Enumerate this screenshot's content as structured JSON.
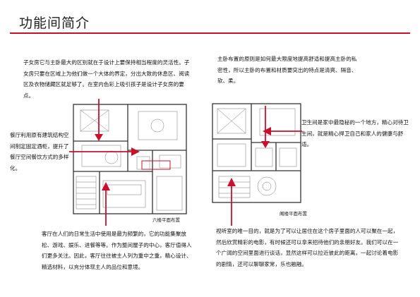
{
  "page_title": "功能间简介",
  "accent_color": "#c8102e",
  "paragraphs": {
    "kids_room": "子女房它与主卧最大的区别就在于设计上要保持相当程度的灵活性。子女房只要在区域上为他们做一个大体的界定，分出大致的休息区、阅读区及衣物储藏区就足够了。在室内色彩上吸引孩子是设计子女房的要点。",
    "master_bedroom": "主卧布置的原则是如何最大限度地提高舒适和提高主卧的私密性，所以主卧的布置和材质要突出的特点是清爽、隔音、软、柔。",
    "dining": "餐厅利用原有建筑结构空间制定固定酒柜，提升了餐厅空间餐饮方式的多样化。",
    "bathroom": "卫生间是家中最隐秘的一个地方，精心对待卫生间，就是精心捍卫自己和家人的健康与舒适。",
    "living_room": "客厅在人们的日常生活中使用是最为频繁的，它的功能集聚放松、游戏、娱乐、进餐等等。作为整间屋子的中心，客厅值得人们更多关注。因此，客厅往往被主人列为重中之重，精心设计、精选材料，以充分体现主人的品位和意境。",
    "av_room": "视听室的唯一目的，就是为了可以让居住在这个房子里面的人可以聚在一起，然后欣赏精彩的电影，有时候还可以拿来招待他们的亲朋好友。我们可以在一个广阔的空间里面进行谈话，显然这样可以拉近彼此的距离，一起讨论着电影的剧情，还可以聊聊家常，乐也融融。"
  },
  "captions": {
    "sixth_floor": "六楼平面布置",
    "loft_floor": "阁楼平面布置"
  }
}
